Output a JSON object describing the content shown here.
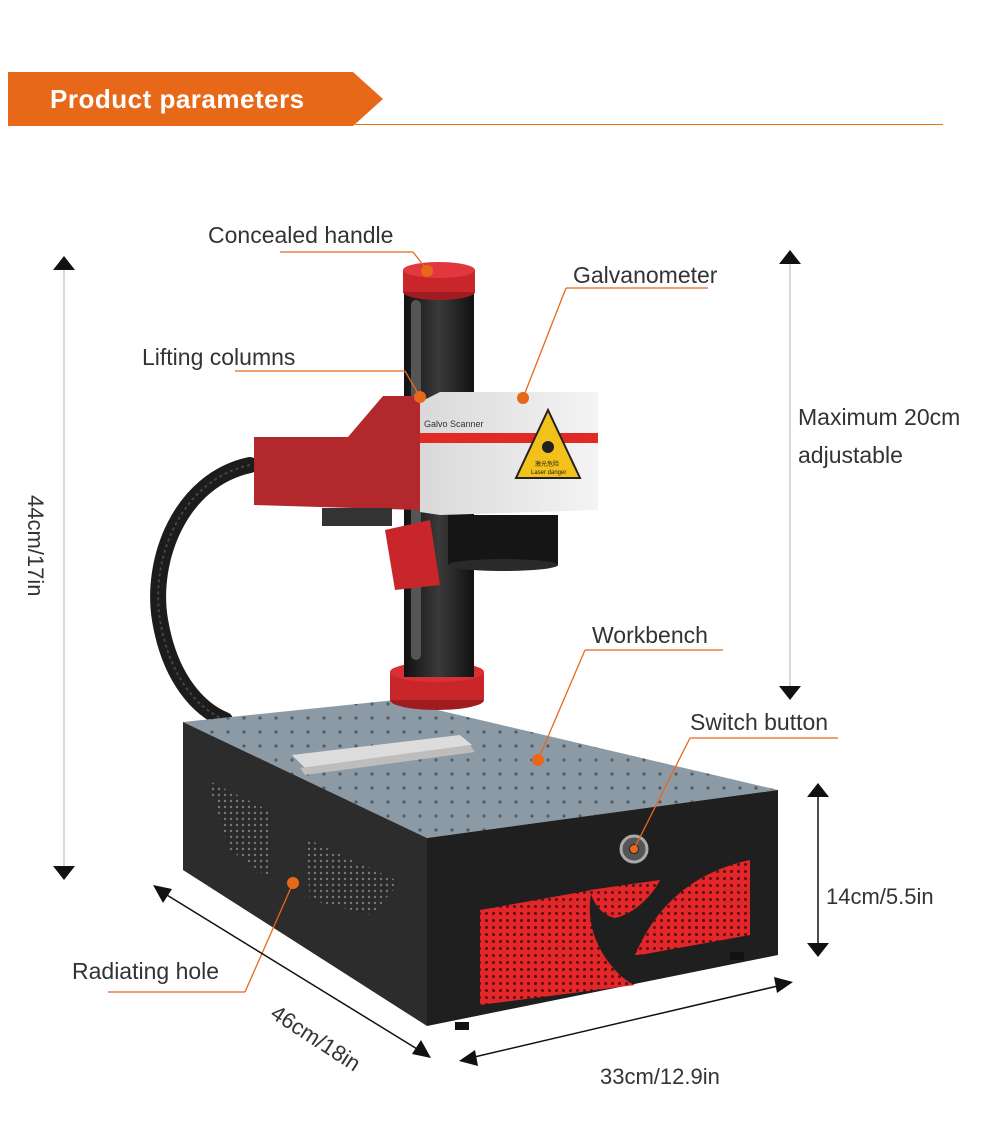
{
  "header": {
    "title": "Product parameters"
  },
  "labels": {
    "concealed_handle": "Concealed handle",
    "galvanometer": "Galvanometer",
    "lifting_columns": "Lifting columns",
    "maximum_adjust_line1": "Maximum 20cm",
    "maximum_adjust_line2": "adjustable",
    "workbench": "Workbench",
    "switch_button": "Switch button",
    "radiating_hole": "Radiating hole"
  },
  "dimensions": {
    "height": "44cm/17in",
    "depth": "46cm/18in",
    "width": "33cm/12.9in",
    "base_height": "14cm/5.5in"
  },
  "device_text": {
    "scanner_brand": "Galvo Scanner",
    "warning_cn": "激光危险",
    "warning_en": "Laser danger"
  },
  "colors": {
    "accent_orange": "#e8681a",
    "machine_red": "#c8262a",
    "machine_dark": "#2c2c2c",
    "bench_top": "#8c9aa6"
  }
}
